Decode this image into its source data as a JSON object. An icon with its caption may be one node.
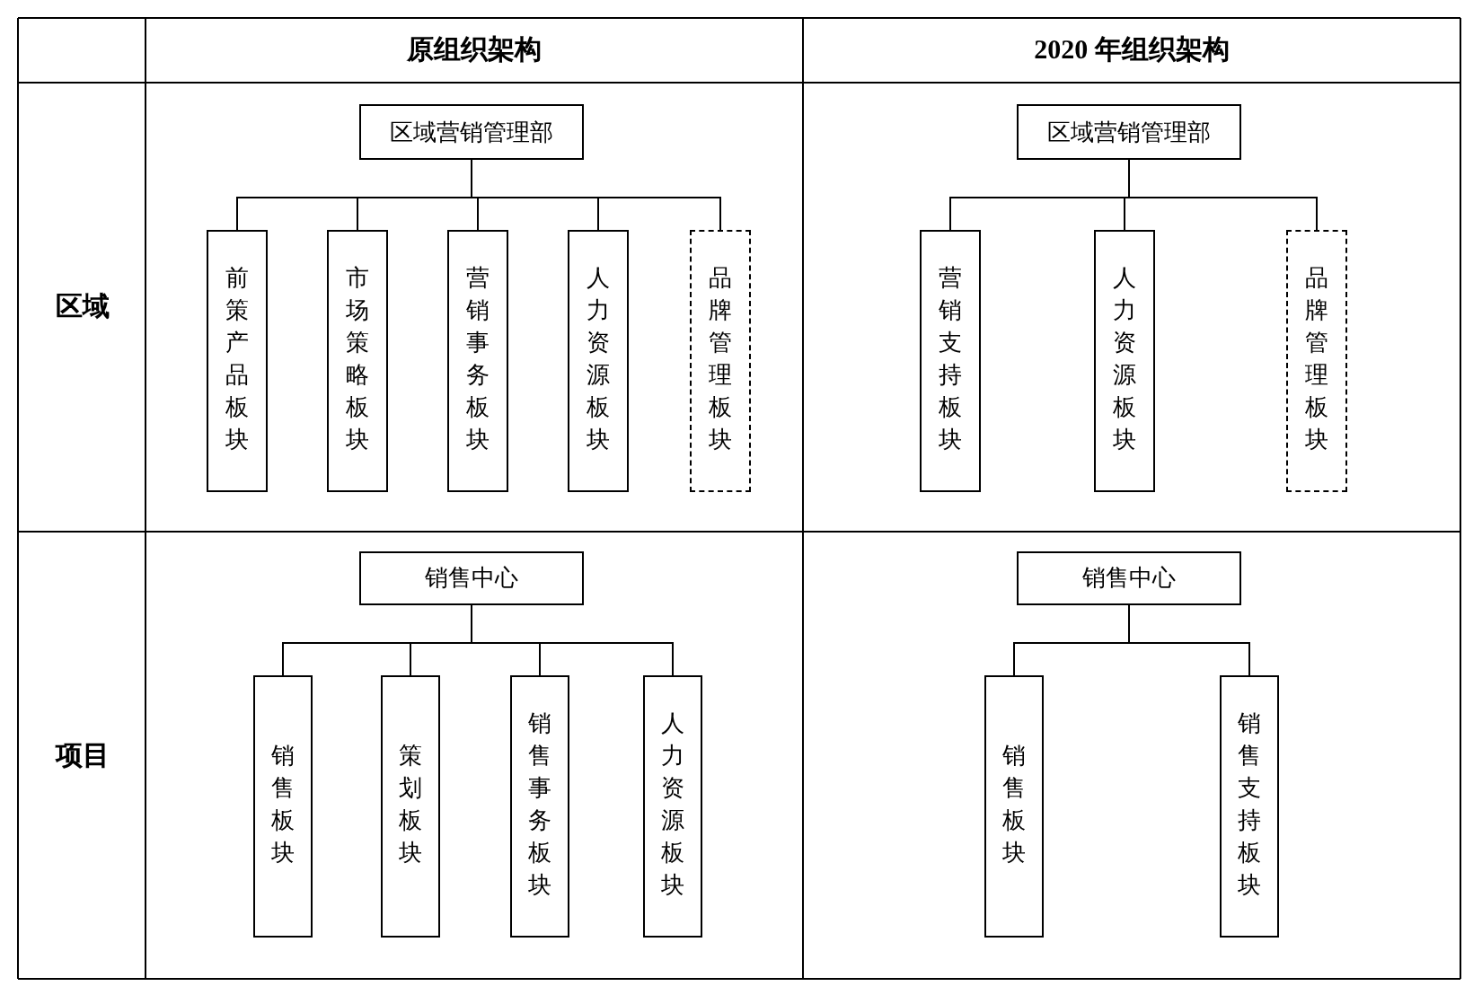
{
  "diagram": {
    "nodes": [
      {
        "text": [
          "区域营销管理部"
        ]
      },
      {
        "text": [
          "前策产品板块"
        ]
      },
      {
        "text": [
          "市场策略板块"
        ]
      },
      {
        "text": [
          "营销事务板块"
        ]
      },
      {
        "text": [
          "人力资源板块"
        ]
      },
      {
        "text": [
          "品牌管理板块"
        ]
      },
      {
        "text": [
          "区域营销管理部"
        ]
      },
      {
        "text": [
          "营销支持板块"
        ]
      },
      {
        "text": [
          "人力资源板块"
        ]
      },
      {
        "text": [
          "品牌管理板块"
        ]
      },
      {
        "text": [
          "销售中心"
        ]
      },
      {
        "text": [
          "销售板块"
        ]
      },
      {
        "text": [
          "策划板块"
        ]
      },
      {
        "text": [
          "销售事务板块"
        ]
      },
      {
        "text": [
          "人力资源板块"
        ]
      },
      {
        "text": [
          "销售中心"
        ]
      },
      {
        "text": [
          "销售板块"
        ]
      },
      {
        "text": [
          "销售支持板块"
        ]
      }
    ],
    "edges": [
      {
        "from": 0,
        "to": 1,
        "arrow": "none"
      },
      {
        "from": 0,
        "to": 2,
        "arrow": "none"
      },
      {
        "from": 0,
        "to": 3,
        "arrow": "none"
      },
      {
        "from": 0,
        "to": 4,
        "arrow": "none"
      },
      {
        "from": 0,
        "to": 5,
        "arrow": "none"
      },
      {
        "from": 6,
        "to": 7,
        "arrow": "none"
      },
      {
        "from": 6,
        "to": 8,
        "arrow": "none"
      },
      {
        "from": 6,
        "to": 9,
        "arrow": "none"
      },
      {
        "from": 10,
        "to": 11,
        "arrow": "none"
      },
      {
        "from": 10,
        "to": 12,
        "arrow": "none"
      },
      {
        "from": 10,
        "to": 13,
        "arrow": "none"
      },
      {
        "from": 10,
        "to": 14,
        "arrow": "none"
      },
      {
        "from": 15,
        "to": 16,
        "arrow": "none"
      },
      {
        "from": 15,
        "to": 17,
        "arrow": "none"
      }
    ],
    "labels": [
      "原组织架构",
      "2020 年组织架构",
      "区域",
      "项目"
    ]
  }
}
